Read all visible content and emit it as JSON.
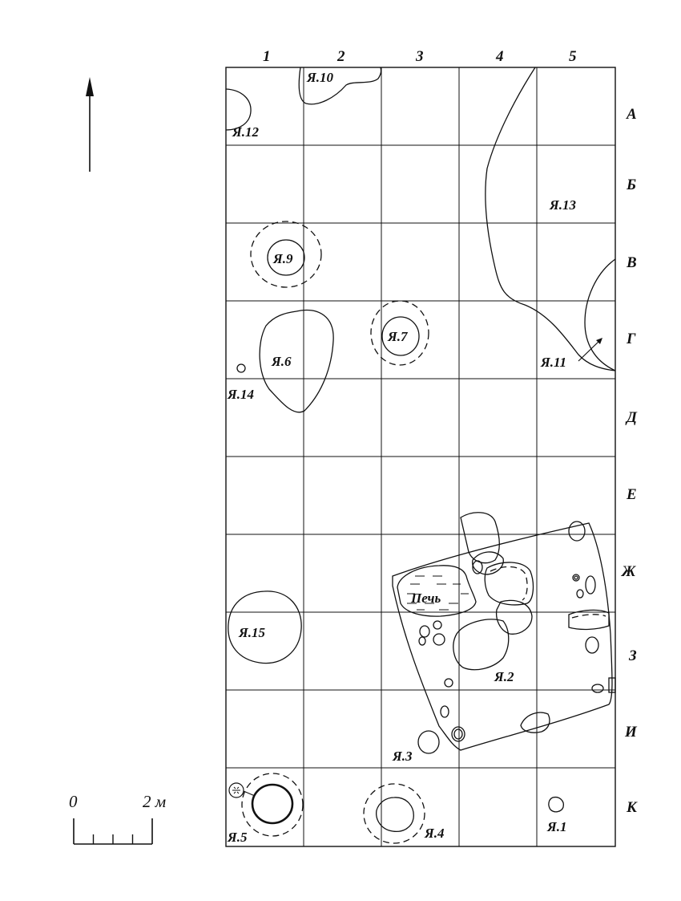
{
  "columns": [
    "1",
    "2",
    "3",
    "4",
    "5"
  ],
  "rows": [
    "А",
    "Б",
    "В",
    "Г",
    "Д",
    "Е",
    "Ж",
    "З",
    "И",
    "К"
  ],
  "scale": {
    "zero": "0",
    "max": "2 м"
  },
  "features": {
    "ya1": "Я.1",
    "ya2": "Я.2",
    "ya3": "Я.3",
    "ya4": "Я.4",
    "ya5": "Я.5",
    "ya6": "Я.6",
    "ya7": "Я.7",
    "ya9": "Я.9",
    "ya10": "Я.10",
    "ya11": "Я.11",
    "ya12": "Я.12",
    "ya13": "Я.13",
    "ya14": "Я.14",
    "ya15": "Я.15",
    "oven": "Печь"
  }
}
